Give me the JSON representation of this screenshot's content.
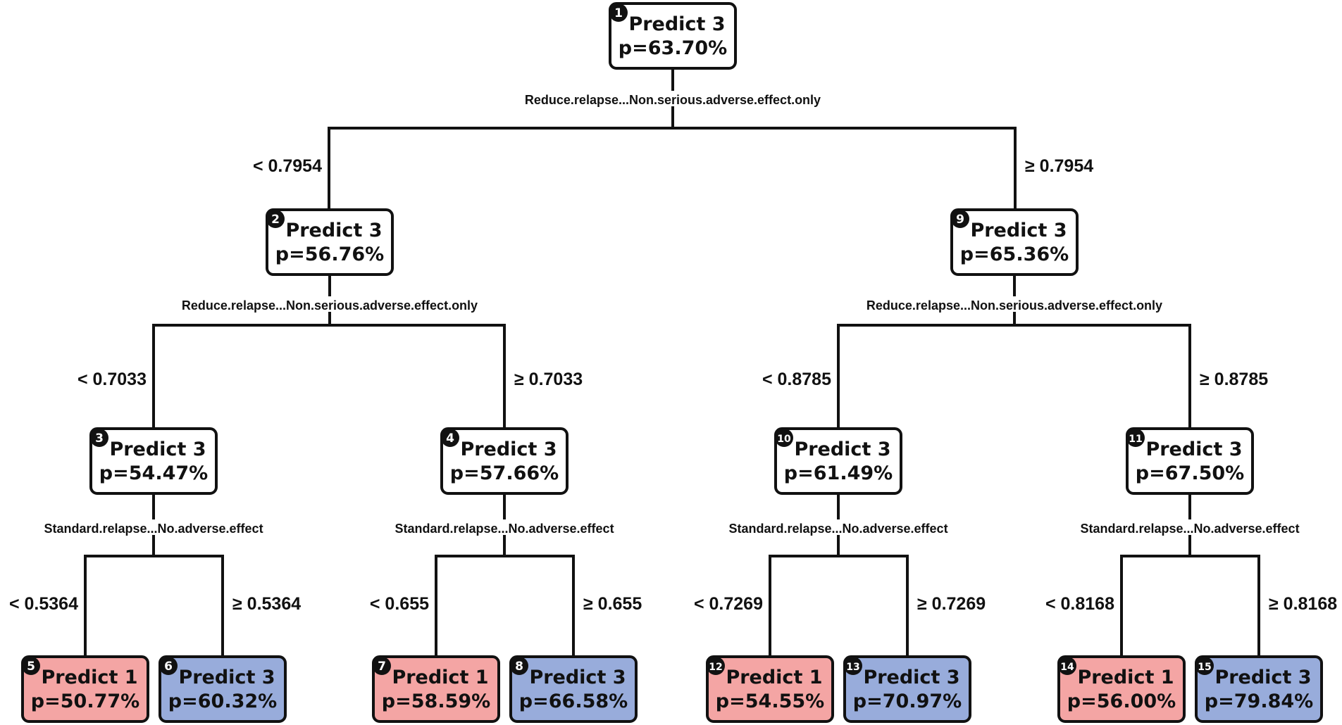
{
  "colors": {
    "line": "#111111",
    "node_internal": "#ffffff",
    "predict_1": "#f4a5a4",
    "predict_3_leaf": "#98acdb",
    "badge": "#111111"
  },
  "nodes": [
    {
      "id": "1",
      "label": "Predict 3",
      "prob": "p=63.70%",
      "kind": "internal"
    },
    {
      "id": "2",
      "label": "Predict 3",
      "prob": "p=56.76%",
      "kind": "internal"
    },
    {
      "id": "9",
      "label": "Predict 3",
      "prob": "p=65.36%",
      "kind": "internal"
    },
    {
      "id": "3",
      "label": "Predict 3",
      "prob": "p=54.47%",
      "kind": "internal"
    },
    {
      "id": "4",
      "label": "Predict 3",
      "prob": "p=57.66%",
      "kind": "internal"
    },
    {
      "id": "10",
      "label": "Predict 3",
      "prob": "p=61.49%",
      "kind": "internal"
    },
    {
      "id": "11",
      "label": "Predict 3",
      "prob": "p=67.50%",
      "kind": "internal"
    },
    {
      "id": "5",
      "label": "Predict 1",
      "prob": "p=50.77%",
      "kind": "leaf1"
    },
    {
      "id": "6",
      "label": "Predict 3",
      "prob": "p=60.32%",
      "kind": "leaf3"
    },
    {
      "id": "7",
      "label": "Predict 1",
      "prob": "p=58.59%",
      "kind": "leaf1"
    },
    {
      "id": "8",
      "label": "Predict 3",
      "prob": "p=66.58%",
      "kind": "leaf3"
    },
    {
      "id": "12",
      "label": "Predict 1",
      "prob": "p=54.55%",
      "kind": "leaf1"
    },
    {
      "id": "13",
      "label": "Predict 3",
      "prob": "p=70.97%",
      "kind": "leaf3"
    },
    {
      "id": "14",
      "label": "Predict 1",
      "prob": "p=56.00%",
      "kind": "leaf1"
    },
    {
      "id": "15",
      "label": "Predict 3",
      "prob": "p=79.84%",
      "kind": "leaf3"
    }
  ],
  "splits": [
    {
      "node": "1",
      "variable": "Reduce.relapse...Non.serious.adverse.effect.only",
      "left": "< 0.7954",
      "right": "≥ 0.7954"
    },
    {
      "node": "2",
      "variable": "Reduce.relapse...Non.serious.adverse.effect.only",
      "left": "< 0.7033",
      "right": "≥ 0.7033"
    },
    {
      "node": "9",
      "variable": "Reduce.relapse...Non.serious.adverse.effect.only",
      "left": "< 0.8785",
      "right": "≥ 0.8785"
    },
    {
      "node": "3",
      "variable": "Standard.relapse...No.adverse.effect",
      "left": "< 0.5364",
      "right": "≥ 0.5364"
    },
    {
      "node": "4",
      "variable": "Standard.relapse...No.adverse.effect",
      "left": "< 0.655",
      "right": "≥ 0.655"
    },
    {
      "node": "10",
      "variable": "Standard.relapse...No.adverse.effect",
      "left": "< 0.7269",
      "right": "≥ 0.7269"
    },
    {
      "node": "11",
      "variable": "Standard.relapse...No.adverse.effect",
      "left": "< 0.8168",
      "right": "≥ 0.8168"
    }
  ]
}
